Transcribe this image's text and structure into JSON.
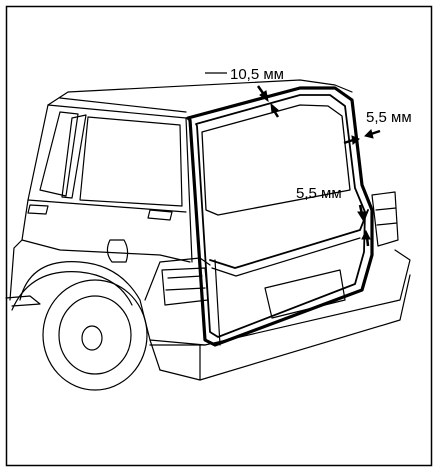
{
  "figure": {
    "labels": {
      "top_gap": "10,5 мм",
      "side_gap": "5,5 мм",
      "lower_gap": "5,5 мм"
    },
    "colors": {
      "line": "#000000",
      "background": "#ffffff"
    },
    "icons": [
      "arrow-icon"
    ]
  }
}
